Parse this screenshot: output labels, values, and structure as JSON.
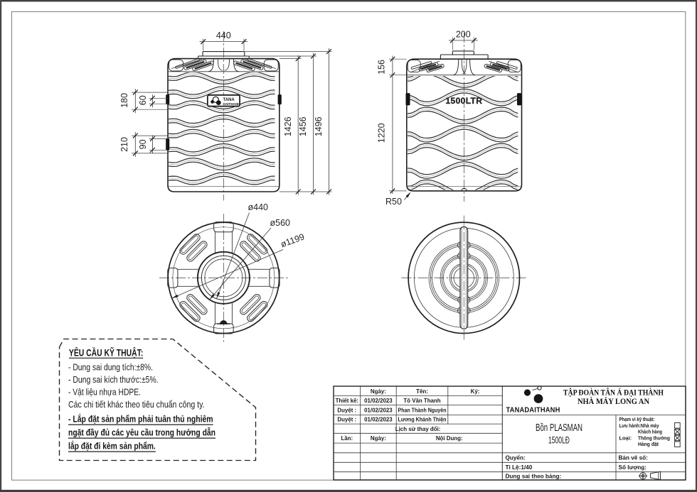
{
  "document": {
    "type": "technical-drawing",
    "product": "Bồn PLASMAN 1500LĐ"
  },
  "views": {
    "front": {
      "dim_width_top": "440",
      "dim_right": [
        "1426",
        "1456",
        "1496"
      ],
      "dim_left_upper": [
        "180",
        "60"
      ],
      "dim_left_lower": [
        "210",
        "90"
      ],
      "logo_patch": {
        "line1": "TANA",
        "line2": "DAITHANH"
      }
    },
    "side": {
      "dim_width_top": "200",
      "dim_left_top": "156",
      "dim_left_body": "1220",
      "corner_radius": "R50",
      "embossed_label": "1500LTR"
    },
    "top": {
      "dia_opening": "ø440",
      "dia_collar": "ø560",
      "dia_tank": "ø1199"
    },
    "bottom": {}
  },
  "notes": {
    "heading": "YÊU CẦU KỸ THUẬT:",
    "lines": [
      "- Dung sai dung tích:±8%.",
      "- Dung sai kích thước:±5%.",
      "- Vật liệu nhựa HDPE.",
      "Các chi tiết khác theo tiêu chuẩn công ty.",
      "- Lắp đặt sản phẩm phải tuân thủ nghiêm",
      "ngặt đầy đủ các yêu cầu trong hướng dẫn",
      "lắp đặt đi kèm sản phẩm."
    ]
  },
  "title_block": {
    "approval": {
      "headers": {
        "date": "Ngày:",
        "name": "Tên:",
        "sign": "Ký:"
      },
      "rows": [
        {
          "role": "Thiết kế:",
          "date": "01/02/2023",
          "name": "Tô Văn Thanh"
        },
        {
          "role": "Duyệt :",
          "date": "01/02/2023",
          "name": "Phan Thành Nguyên"
        },
        {
          "role": "Duyệt :",
          "date": "01/02/2023",
          "name": "Lương Khánh Thiện"
        }
      ]
    },
    "history": {
      "title": "Lịch sử thay đổi:",
      "col_no": "Lần:",
      "col_date": "Ngày:",
      "col_content": "Nội Dung:"
    },
    "company": {
      "logo_text": "TANADAITHANH",
      "name_line1": "TẬP ĐOÀN TÂN Á ĐẠI THÀNH",
      "name_line2": "NHÀ MÁY LONG AN"
    },
    "product": {
      "name": "Bồn PLASMAN",
      "model": "1500LĐ"
    },
    "scope": {
      "title": "Phạm vi kỹ thuật:",
      "type_label": "Loại:",
      "items": [
        {
          "label": "Lưu hành:Nhà máy",
          "checked": false
        },
        {
          "label": "Khách hàng",
          "checked": true
        },
        {
          "label": "Thông thường",
          "checked": true
        },
        {
          "label": "Hàng đặt",
          "checked": false
        }
      ]
    },
    "fields": {
      "volume": "Quyển:",
      "scale": "Tỉ Lệ:1/40",
      "tolerance": "Dung sai theo bảng:",
      "drawing_no": "Bản vẽ số:",
      "quantity": "Số lượng:"
    }
  },
  "colors": {
    "paper": "#ffffff",
    "line": "#1f1f1f"
  }
}
